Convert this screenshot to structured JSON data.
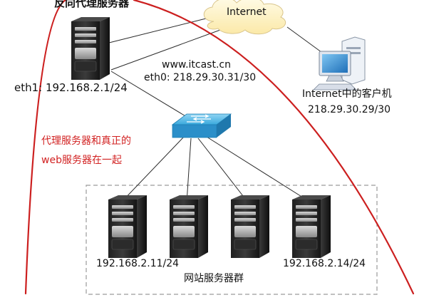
{
  "title": "反向代理服务器",
  "internet_label": "Internet",
  "proxy": {
    "domain": "www.itcast.cn",
    "eth0": "eth0: 218.29.30.31/30",
    "eth1": "eth1: 192.168.2.1/24"
  },
  "client": {
    "label": "Internet中的客户机",
    "ip": "218.29.30.29/30"
  },
  "note": {
    "line1": "代理服务器和真正的",
    "line2": "web服务器在一起",
    "color": "#d22222"
  },
  "web_servers": {
    "first_ip": "192.168.2.11/24",
    "last_ip": "192.168.2.14/24",
    "group_label": "网站服务器群"
  },
  "colors": {
    "server_body": "#1a1a1a",
    "switch": "#2f9fd6",
    "red_curve": "#cc1f1f",
    "cloud_fill": "#fff6d0",
    "cloud_stroke": "#d9c58c"
  }
}
